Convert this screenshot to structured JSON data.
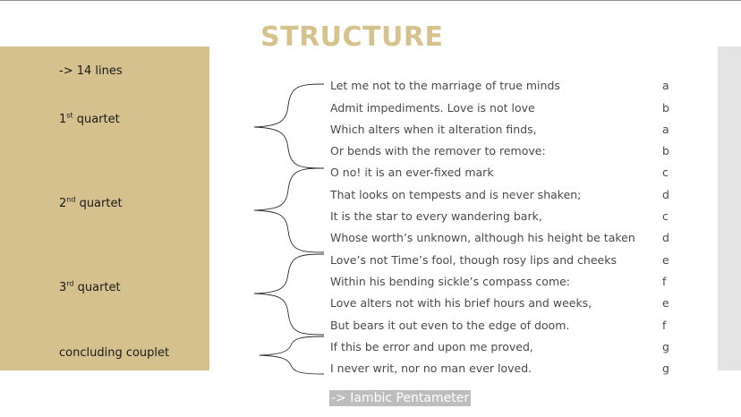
{
  "title": "STRUCTURE",
  "left_labels": {
    "lines": "-> 14 lines",
    "q1_num": "1",
    "q1_sup": "st",
    "q1_rest": " quartet",
    "q2_num": "2",
    "q2_sup": "nd",
    "q2_rest": " quartet",
    "q3_num": "3",
    "q3_sup": "rd",
    "q3_rest": " quartet",
    "couplet": "concluding couplet"
  },
  "poem": [
    {
      "text": "Let me not to the marriage of true minds",
      "rhyme": "a"
    },
    {
      "text": "Admit impediments. Love is not love",
      "rhyme": "b"
    },
    {
      "text": "Which alters when it alteration finds,",
      "rhyme": "a"
    },
    {
      "text": "Or bends with the remover to remove:",
      "rhyme": "b"
    },
    {
      "text": "O no! it is an ever-fixed mark",
      "rhyme": "c"
    },
    {
      "text": "That looks on tempests and is never shaken;",
      "rhyme": "d"
    },
    {
      "text": "It is the star to every wandering bark,",
      "rhyme": "c"
    },
    {
      "text": "Whose worth’s unknown, although his height be taken",
      "rhyme": "d"
    },
    {
      "text": "Love’s not Time’s fool, though rosy lips and cheeks",
      "rhyme": "e"
    },
    {
      "text": "Within his bending sickle’s compass come:",
      "rhyme": "f"
    },
    {
      "text": "Love alters not with his brief hours and weeks,",
      "rhyme": "e"
    },
    {
      "text": "But bears it out even to the edge of doom.",
      "rhyme": "f"
    },
    {
      "text": "If this be error and upon me proved,",
      "rhyme": "g"
    },
    {
      "text": "I never writ, nor no man ever loved.",
      "rhyme": "g"
    }
  ],
  "footer_note": "-> Iambic Pentameter",
  "colors": {
    "accent": "#d5c18d",
    "title": "#d6c28d",
    "strip": "#e4e4e4",
    "text": "#4a4a4a"
  }
}
